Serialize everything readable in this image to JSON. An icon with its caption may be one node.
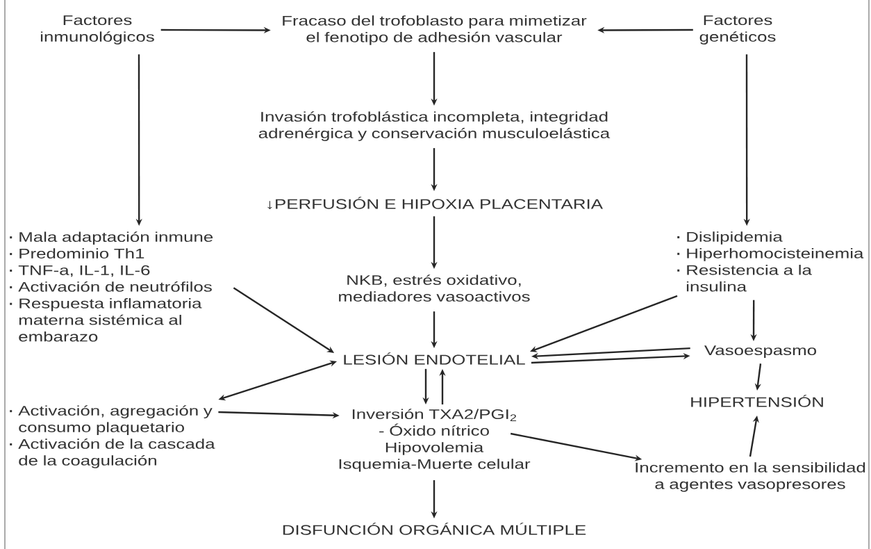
{
  "diagram": {
    "nodes": [
      {
        "text": [
          "Factores inmunológicos"
        ]
      },
      {
        "text": [
          "Fracaso del trofoblasto para mimetizar el fenotipo de adhesión vascular"
        ]
      },
      {
        "text": [
          "Factores genéticos"
        ]
      },
      {
        "text": [
          "Invasión trofoblástica incompleta, integridad adrenérgica y conservación musculoelástica"
        ]
      },
      {
        "text": [
          "↓PERFUSIÓN E HIPOXIA PLACENTARIA"
        ]
      },
      {
        "text": [
          "Mala adaptación inmune",
          "Predominio Th1",
          "TNF-a, IL-1, IL-6",
          "Activación de neutrófilos",
          "Respuesta inflamatoria materna sistémica al embarazo"
        ]
      },
      {
        "text": [
          "NKB, estrés oxidativo, mediadores vasoactivos"
        ]
      },
      {
        "text": [
          "Dislipidemia",
          "Hiperhomocisteinemia",
          "Resistencia a la insulina"
        ]
      },
      {
        "text": [
          "LESIÓN ENDOTELIAL"
        ]
      },
      {
        "text": [
          "Vasoespasmo"
        ]
      },
      {
        "text": [
          "Activación, agregación y consumo plaquetario",
          "Activación de la cascada de la coagulación"
        ]
      },
      {
        "text": [
          "Inversión TXA2/PGI$_{2}$",
          "- Óxido nítrico",
          "Hipovolemia",
          "Isquemia-Muerte celular"
        ]
      },
      {
        "text": [
          "HIPERTENSIÓN"
        ]
      },
      {
        "text": [
          "Incremento en la sensibilidad a agentes vasopresores"
        ]
      },
      {
        "text": [
          "DISFUNCIÓN ORGÁNICA MÚLTIPLE"
        ]
      }
    ],
    "edges": [
      {
        "from": 0,
        "to": 1,
        "arrow": "to"
      },
      {
        "from": 2,
        "to": 1,
        "arrow": "to"
      },
      {
        "from": 1,
        "to": 3,
        "arrow": "to"
      },
      {
        "from": 3,
        "to": 4,
        "arrow": "to"
      },
      {
        "from": 0,
        "to": 5,
        "arrow": "to"
      },
      {
        "from": 2,
        "to": 7,
        "arrow": "to"
      },
      {
        "from": 4,
        "to": 6,
        "arrow": "to"
      },
      {
        "from": 6,
        "to": 8,
        "arrow": "to"
      },
      {
        "from": 5,
        "to": 8,
        "arrow": "to"
      },
      {
        "from": 7,
        "to": 8,
        "arrow": "to"
      },
      {
        "from": 9,
        "to": 8,
        "arrow": "to"
      },
      {
        "from": 8,
        "to": 9,
        "arrow": "to"
      },
      {
        "from": 10,
        "to": 8,
        "arrow": "both"
      },
      {
        "from": 10,
        "to": 11,
        "arrow": "to"
      },
      {
        "from": 8,
        "to": 11,
        "arrow": "to"
      },
      {
        "from": 11,
        "to": 8,
        "arrow": "to"
      },
      {
        "from": 7,
        "to": 9,
        "arrow": "to"
      },
      {
        "from": 9,
        "to": 12,
        "arrow": "to"
      },
      {
        "from": 11,
        "to": 13,
        "arrow": "to"
      },
      {
        "from": 13,
        "to": 12,
        "arrow": "to"
      },
      {
        "from": 11,
        "to": 14,
        "arrow": "to"
      }
    ]
  }
}
